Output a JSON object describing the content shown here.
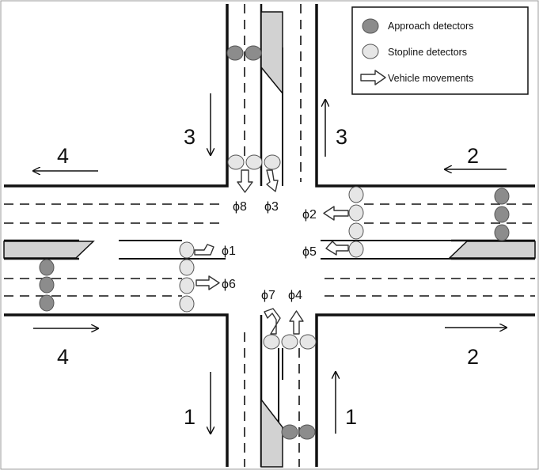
{
  "legend": {
    "items": [
      {
        "label": "Approach detectors",
        "symbol": "approach-detector",
        "color": "#8c8c8c"
      },
      {
        "label": "Stopline detectors",
        "symbol": "stopline-detector",
        "color": "#e6e6e6"
      },
      {
        "label": "Vehicle movements",
        "symbol": "arrow"
      }
    ]
  },
  "approaches": {
    "north_in": "3",
    "north_out": "3",
    "east_in": "2",
    "east_out": "2",
    "south_in": "1",
    "south_out": "1",
    "west_in": "4",
    "west_out": "4"
  },
  "phases": {
    "p1": "ϕ1",
    "p2": "ϕ2",
    "p3": "ϕ3",
    "p4": "ϕ4",
    "p5": "ϕ5",
    "p6": "ϕ6",
    "p7": "ϕ7",
    "p8": "ϕ8"
  },
  "colors": {
    "road_line": "#111111",
    "approach_detector": "#8c8c8c",
    "stopline_detector": "#e6e6e6",
    "island": "#d2d2d2"
  }
}
